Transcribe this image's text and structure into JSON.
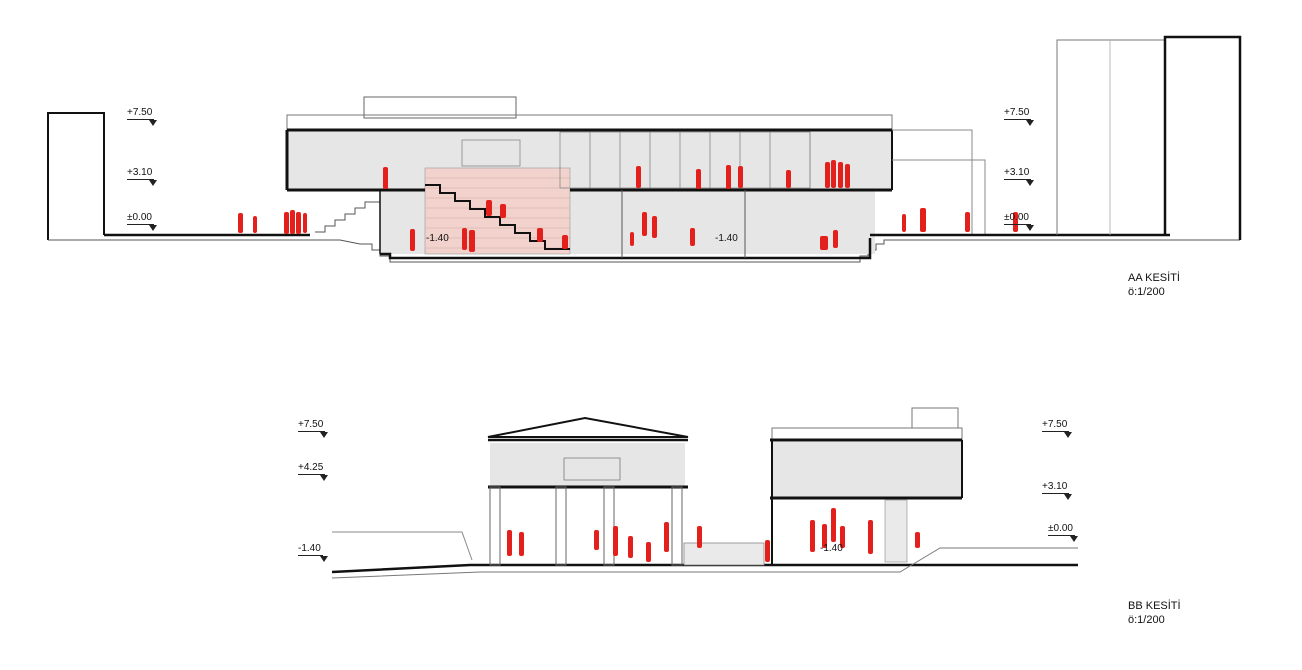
{
  "colors": {
    "figure": "#e3201b",
    "section_fill": "#e6e6e6",
    "pink_wall": "#f1d2cd",
    "line": "#111111"
  },
  "section_aa": {
    "title": "AA KESİTİ",
    "scale": "ö:1/200",
    "levels_left": [
      "+7.50",
      "+3.10",
      "±0.00"
    ],
    "levels_right": [
      "+7.50",
      "+3.10",
      "±0.00"
    ],
    "inner_tags": [
      "-1.40",
      "-1.40"
    ]
  },
  "section_bb": {
    "title": "BB KESİTİ",
    "scale": "ö:1/200",
    "levels_left": [
      "+7.50",
      "+4.25",
      "-1.40"
    ],
    "levels_right": [
      "+7.50",
      "+3.10",
      "±0.00"
    ],
    "inner_tags": [
      "-1.40"
    ]
  }
}
